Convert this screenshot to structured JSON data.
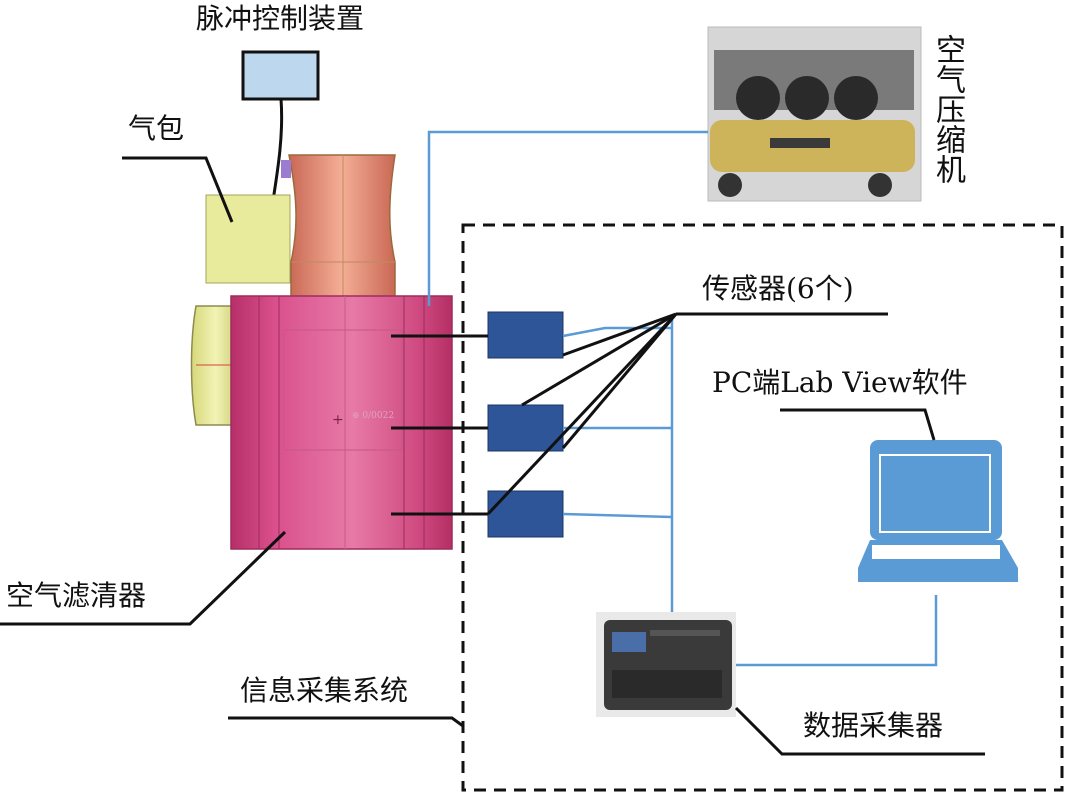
{
  "labels": {
    "pulse_controller": "脉冲控制装置",
    "air_bag": "气包",
    "air_compressor": "空气压缩机",
    "sensors": "传感器(6个)",
    "pc_software": "PC端Lab View软件",
    "air_filter": "空气滤清器",
    "info_system": "信息采集系统",
    "data_logger": "数据采集器"
  },
  "colors": {
    "signal_line": "#5b9bd5",
    "sensor_fill": "#2e5597",
    "laptop_fill": "#5b9bd5",
    "filter_body": "#e56b9e",
    "filter_top": "#f0a08c",
    "air_bag": "#e8ea9c",
    "controller": "#bdd7ee"
  },
  "icons": {
    "compressor_photo": "air-compressor-photo-icon",
    "logger_photo": "data-logger-photo-icon",
    "laptop": "laptop-icon"
  }
}
